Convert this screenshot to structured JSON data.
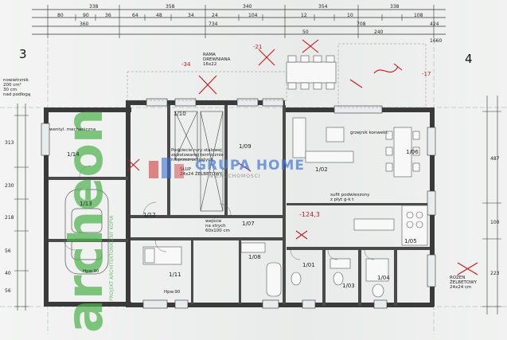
{
  "header_dims": {
    "row1": [
      "338",
      "358",
      "340",
      "354",
      "338"
    ],
    "row2": [
      "80",
      "90",
      "36",
      "64",
      "48",
      "34",
      "24",
      "104",
      "12",
      "10",
      "108"
    ],
    "row3": [
      "360",
      "734",
      "708",
      "424"
    ],
    "row4": [
      "50",
      "240",
      "1660"
    ]
  },
  "axes": {
    "left": "3",
    "right": "4"
  },
  "annotations": {
    "rama": "RAMA\nDREWNIANA\n16x22",
    "nowietrznik": "nowietrznik\n200 cm²\n30 cm\nnad podłogą",
    "wentylacja": "wentyl. mechaniczna",
    "grzejnik": "grzejnik konwekt.",
    "slup": "SŁUP\n24x24 ŻELBETOWY",
    "podwiezienie": "Podpiecie rury stalowej\nzaizolowanej termicznie\nnieprzezroczystych",
    "sufit": "sufit podwieszony\nz płyt g-k t",
    "wejscie": "wejście\nna strych\n60x100 cm",
    "rozen": "ROŻEN\nŻELBETOWY\n24x24 cm",
    "hpw1": "Hpw.90",
    "hpw2": "Hpw.90"
  },
  "rooms": [
    "1/10",
    "1/09",
    "1/14",
    "1/13",
    "1/12",
    "1/07",
    "1/08",
    "1/11",
    "1/01",
    "1/03",
    "1/04",
    "1/05",
    "1/06",
    "1/02"
  ],
  "side_dims": {
    "left": [
      "313",
      "230",
      "218",
      "56",
      "40",
      "56"
    ],
    "right": [
      "487",
      "100",
      "223"
    ]
  },
  "red_marks": [
    "-21",
    "-34",
    "-124,3",
    "-17"
  ],
  "watermark": {
    "name": "GRUPA HOME",
    "subtitle": "NIERUCHOMOŚCI"
  },
  "vertical_brand": "archeon",
  "vertical_brand_sub": "PROJEKT ARCHITEKTONICZNY KOPIA"
}
